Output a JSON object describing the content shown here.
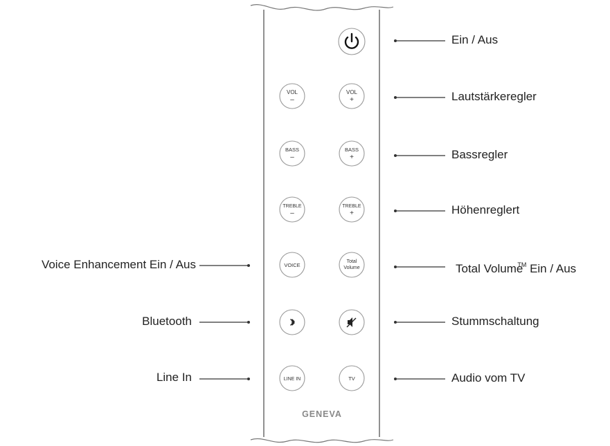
{
  "brand": "GENEVA",
  "buttons": {
    "power": {
      "icon": "power-icon"
    },
    "vol_minus": {
      "line1": "VOL",
      "line2": "–"
    },
    "vol_plus": {
      "line1": "VOL",
      "line2": "+"
    },
    "bass_minus": {
      "line1": "BASS",
      "line2": "–"
    },
    "bass_plus": {
      "line1": "BASS",
      "line2": "+"
    },
    "treble_minus": {
      "line1": "TREBLE",
      "line2": "–"
    },
    "treble_plus": {
      "line1": "TREBLE",
      "line2": "+"
    },
    "voice": {
      "line1": "VOICE"
    },
    "total_volume": {
      "line1": "Total",
      "line2": "Volume"
    },
    "bluetooth": {
      "icon": "bluetooth-icon"
    },
    "mute": {
      "icon": "mute-icon"
    },
    "line_in": {
      "line1": "LINE IN"
    },
    "tv": {
      "line1": "TV"
    }
  },
  "labels_right": {
    "power": "Ein / Aus",
    "volume": "Lautstärkeregler",
    "bass": "Bassregler",
    "treble": "Höhenreglert",
    "total_volume_pre": "Total Volume",
    "total_volume_tm": "TM",
    "total_volume_post": " Ein / Aus",
    "mute": "Stummschaltung",
    "tv": "Audio vom TV"
  },
  "labels_left": {
    "voice": "Voice Enhancement Ein / Aus",
    "bluetooth": "Bluetooth",
    "line_in": "Line In"
  }
}
